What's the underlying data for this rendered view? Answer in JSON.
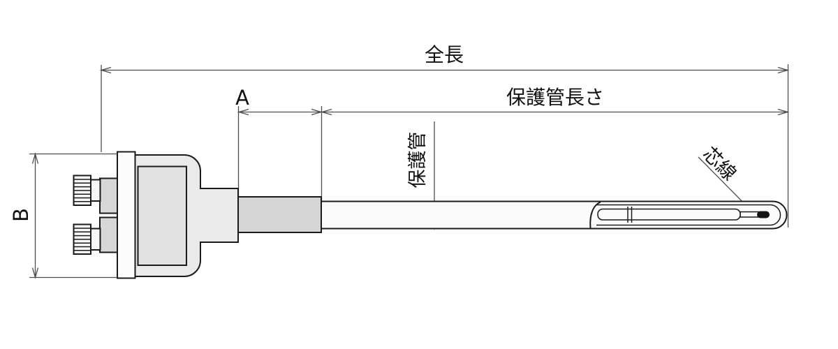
{
  "diagram_title": "sheathed-thermocouple-dimension-drawing",
  "labels": {
    "total_length": "全長",
    "protection_tube_length": "保護管長さ",
    "dim_a": "A",
    "dim_b": "B",
    "protection_tube": "保護管",
    "core_wire": "芯線"
  },
  "colors": {
    "background": "#ffffff",
    "outline": "#1a1a1a",
    "dimension_line": "#4d4d4d",
    "body_fill": "#eaeaea",
    "inner_panel_fill": "#e2e2e2",
    "section_a_fill": "#d5d5d5",
    "tube_fill": "#fbfbfb",
    "terminal_block_fill": "#d7d7d7",
    "plate_fill": "#fcfcfc",
    "screw_fill": "#f7f7f7",
    "element_rod_fill": "#f0f0f0",
    "core_tip_fill": "#141414"
  }
}
